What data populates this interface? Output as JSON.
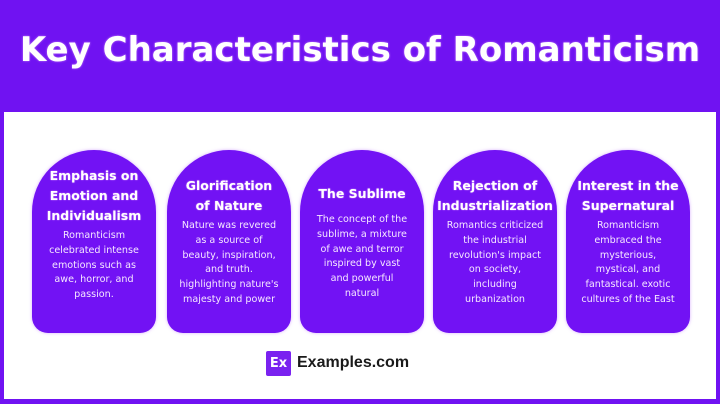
{
  "title": "Key Characteristics of Romanticism",
  "colors": {
    "background": "#7012f2",
    "card": "#7212f4",
    "panel": "#ffffff",
    "text_on_purple": "#ffffff"
  },
  "cards": [
    {
      "title_lines": [
        "Emphasis on",
        "Emotion and",
        "Individualism"
      ],
      "body_lines": [
        "Romanticism",
        "celebrated intense",
        "emotions such as",
        "awe, horror, and",
        "passion."
      ]
    },
    {
      "title_lines": [
        "Glorification",
        "of Nature"
      ],
      "body_lines": [
        "Nature was revered",
        "as a source of",
        "beauty, inspiration,",
        "and truth.",
        "highlighting nature's",
        "majesty and power"
      ]
    },
    {
      "title_lines": [
        "The Sublime"
      ],
      "body_lines": [
        "The concept of the",
        "sublime, a mixture",
        "of awe and terror",
        "inspired by vast",
        "and powerful",
        "natural"
      ]
    },
    {
      "title_lines": [
        "Rejection of",
        "Industrialization"
      ],
      "body_lines": [
        "Romantics criticized",
        "the industrial",
        "revolution's impact",
        "on society,",
        "including",
        "urbanization"
      ]
    },
    {
      "title_lines": [
        "Interest in the",
        "Supernatural"
      ],
      "body_lines": [
        "Romanticism",
        "embraced the",
        "mysterious,",
        "mystical, and",
        "fantastical.  exotic",
        "cultures of the East"
      ]
    }
  ],
  "brand": {
    "logo_text": "Ex",
    "name": "Examples.com"
  }
}
